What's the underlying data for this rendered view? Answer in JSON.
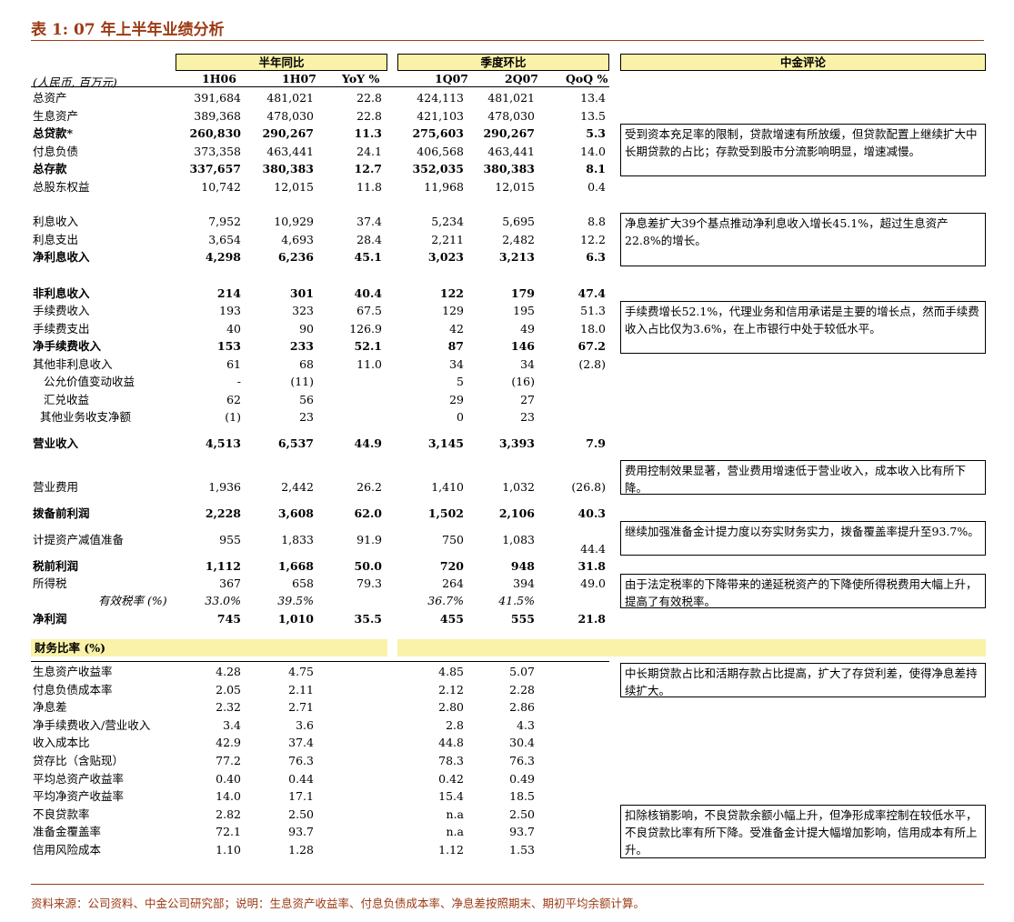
{
  "title": "表 1:  07 年上半年业绩分析",
  "unit_label": "(人民币, 百万元)",
  "headers": {
    "half_year": "半年同比",
    "quarter": "季度环比",
    "comment": "中金评论",
    "cols": [
      "1H06",
      "1H07",
      "YoY %",
      "1Q07",
      "2Q07",
      "QoQ %"
    ]
  },
  "rows": [
    {
      "label": "总资产",
      "v": [
        "391,684",
        "481,021",
        "22.8",
        "424,113",
        "481,021",
        "13.4"
      ]
    },
    {
      "label": "生息资产",
      "v": [
        "389,368",
        "478,030",
        "22.8",
        "421,103",
        "478,030",
        "13.5"
      ]
    },
    {
      "label": "总贷款*",
      "v": [
        "260,830",
        "290,267",
        "11.3",
        "275,603",
        "290,267",
        "5.3"
      ]
    },
    {
      "label": "付息负债",
      "v": [
        "373,358",
        "463,441",
        "24.1",
        "406,568",
        "463,441",
        "14.0"
      ]
    },
    {
      "label": "总存款",
      "v": [
        "337,657",
        "380,383",
        "12.7",
        "352,035",
        "380,383",
        "8.1"
      ]
    },
    {
      "label": "总股东权益",
      "v": [
        "10,742",
        "12,015",
        "11.8",
        "11,968",
        "12,015",
        "0.4"
      ]
    },
    {
      "label": "利息收入",
      "v": [
        "7,952",
        "10,929",
        "37.4",
        "5,234",
        "5,695",
        "8.8"
      ]
    },
    {
      "label": "利息支出",
      "v": [
        "3,654",
        "4,693",
        "28.4",
        "2,211",
        "2,482",
        "12.2"
      ]
    },
    {
      "label": "净利息收入",
      "v": [
        "4,298",
        "6,236",
        "45.1",
        "3,023",
        "3,213",
        "6.3"
      ]
    },
    {
      "label": "非利息收入",
      "v": [
        "214",
        "301",
        "40.4",
        "122",
        "179",
        "47.4"
      ]
    },
    {
      "label": "手续费收入",
      "v": [
        "193",
        "323",
        "67.5",
        "129",
        "195",
        "51.3"
      ]
    },
    {
      "label": "手续费支出",
      "v": [
        "40",
        "90",
        "126.9",
        "42",
        "49",
        "18.0"
      ]
    },
    {
      "label": "净手续费收入",
      "v": [
        "153",
        "233",
        "52.1",
        "87",
        "146",
        "67.2"
      ]
    },
    {
      "label": "其他非利息收入",
      "v": [
        "61",
        "68",
        "11.0",
        "34",
        "34",
        "(2.8)"
      ]
    },
    {
      "label": "公允价值变动收益",
      "v": [
        "-",
        "(11)",
        "",
        "5",
        "(16)",
        ""
      ]
    },
    {
      "label": "汇兑收益",
      "v": [
        "62",
        "56",
        "",
        "29",
        "27",
        ""
      ]
    },
    {
      "label": "其他业务收支净额",
      "v": [
        "(1)",
        "23",
        "",
        "0",
        "23",
        ""
      ]
    },
    {
      "label": "营业收入",
      "v": [
        "4,513",
        "6,537",
        "44.9",
        "3,145",
        "3,393",
        "7.9"
      ]
    },
    {
      "label": "营业费用",
      "v": [
        "1,936",
        "2,442",
        "26.2",
        "1,410",
        "1,032",
        "(26.8)"
      ]
    },
    {
      "label": "拨备前利润",
      "v": [
        "2,228",
        "3,608",
        "62.0",
        "1,502",
        "2,106",
        "40.3"
      ]
    },
    {
      "label": "计提资产减值准备",
      "v": [
        "955",
        "1,833",
        "91.9",
        "750",
        "1,083",
        ""
      ],
      "extra": "44.4"
    },
    {
      "label": "税前利润",
      "v": [
        "1,112",
        "1,668",
        "50.0",
        "720",
        "948",
        "31.8"
      ]
    },
    {
      "label": "所得税",
      "v": [
        "367",
        "658",
        "79.3",
        "264",
        "394",
        "49.0"
      ]
    },
    {
      "label": "有效税率 (%)",
      "v": [
        "33.0%",
        "39.5%",
        "",
        "36.7%",
        "41.5%",
        ""
      ]
    },
    {
      "label": "净利润",
      "v": [
        "745",
        "1,010",
        "35.5",
        "455",
        "555",
        "21.8"
      ]
    }
  ],
  "ratios_title": "财务比率 (%)",
  "ratios": [
    {
      "label": "生息资产收益率",
      "v": [
        "4.28",
        "4.75",
        "",
        "4.85",
        "5.07",
        ""
      ]
    },
    {
      "label": "付息负债成本率",
      "v": [
        "2.05",
        "2.11",
        "",
        "2.12",
        "2.28",
        ""
      ]
    },
    {
      "label": "净息差",
      "v": [
        "2.32",
        "2.71",
        "",
        "2.80",
        "2.86",
        ""
      ]
    },
    {
      "label": "净手续费收入/营业收入",
      "v": [
        "3.4",
        "3.6",
        "",
        "2.8",
        "4.3",
        ""
      ]
    },
    {
      "label": "收入成本比",
      "v": [
        "42.9",
        "37.4",
        "",
        "44.8",
        "30.4",
        ""
      ]
    },
    {
      "label": "贷存比（含贴现）",
      "v": [
        "77.2",
        "76.3",
        "",
        "78.3",
        "76.3",
        ""
      ]
    },
    {
      "label": "平均总资产收益率",
      "v": [
        "0.40",
        "0.44",
        "",
        "0.42",
        "0.49",
        ""
      ]
    },
    {
      "label": "平均净资产收益率",
      "v": [
        "14.0",
        "17.1",
        "",
        "15.4",
        "18.5",
        ""
      ]
    },
    {
      "label": "不良贷款率",
      "v": [
        "2.82",
        "2.50",
        "",
        "n.a",
        "2.50",
        ""
      ]
    },
    {
      "label": "准备金覆盖率",
      "v": [
        "72.1",
        "93.7",
        "",
        "n.a",
        "93.7",
        ""
      ]
    },
    {
      "label": "信用风险成本",
      "v": [
        "1.10",
        "1.28",
        "",
        "1.12",
        "1.53",
        ""
      ]
    }
  ],
  "comments": [
    "受到资本充足率的限制，贷款增速有所放缓，但贷款配置上继续扩大中长期贷款的占比；存款受到股市分流影响明显，增速减慢。",
    "净息差扩大39个基点推动净利息收入增长45.1%，超过生息资产22.8%的增长。",
    "手续费增长52.1%，代理业务和信用承诺是主要的增长点，然而手续费收入占比仅为3.6%，在上市银行中处于较低水平。",
    "费用控制效果显著，营业费用增速低于营业收入，成本收入比有所下降。",
    "继续加强准备金计提力度以夯实财务实力，拨备覆盖率提升至93.7%。",
    "由于法定税率的下降带来的递延税资产的下降使所得税费用大幅上升，提高了有效税率。",
    "中长期贷款占比和活期存款占比提高，扩大了存贷利差，使得净息差持续扩大。",
    "扣除核销影响，不良贷款余额小幅上升，但净形成率控制在较低水平，不良贷款比率有所下降。受准备金计提大幅增加影响，信用成本有所上升。"
  ],
  "footer": "资料来源：公司资料、中金公司研究部；说明：生息资产收益率、付息负债成本率、净息差按照期末、期初平均余额计算。"
}
